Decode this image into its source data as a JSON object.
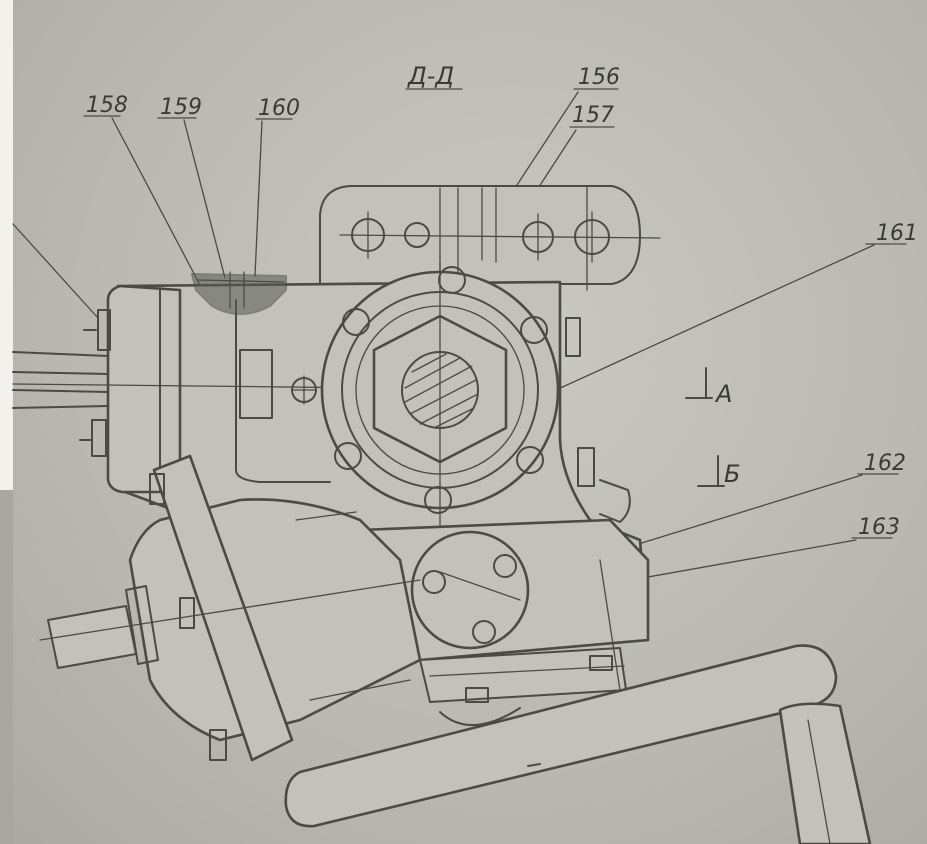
{
  "section_label": "Д-Д",
  "callouts": {
    "c156": "156",
    "c157": "157",
    "c158": "158",
    "c159": "159",
    "c160": "160",
    "c161": "161",
    "c162": "162",
    "c163": "163"
  },
  "view_markers": {
    "a": "А",
    "b": "Б"
  }
}
